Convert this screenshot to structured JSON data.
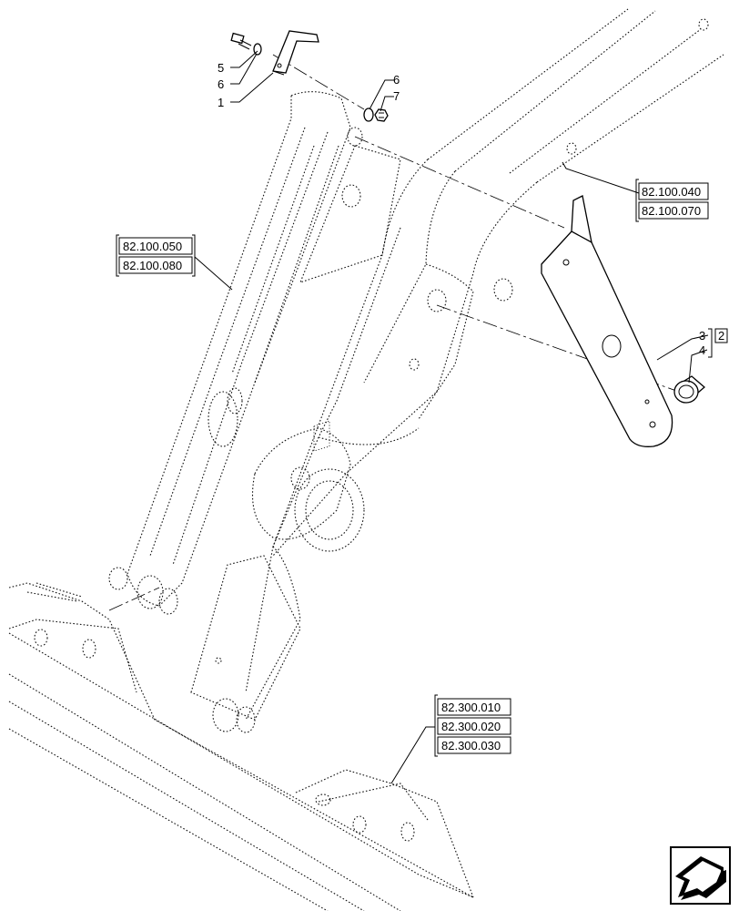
{
  "callouts": {
    "n5": "5",
    "n6a": "6",
    "n1": "1",
    "n6b": "6",
    "n7": "7",
    "n3": "3",
    "n4": "4",
    "n2": "2"
  },
  "refs": {
    "r1": "82.100.050",
    "r2": "82.100.080",
    "r3": "82.100.040",
    "r4": "82.100.070",
    "r5": "82.300.010",
    "r6": "82.300.020",
    "r7": "82.300.030"
  }
}
